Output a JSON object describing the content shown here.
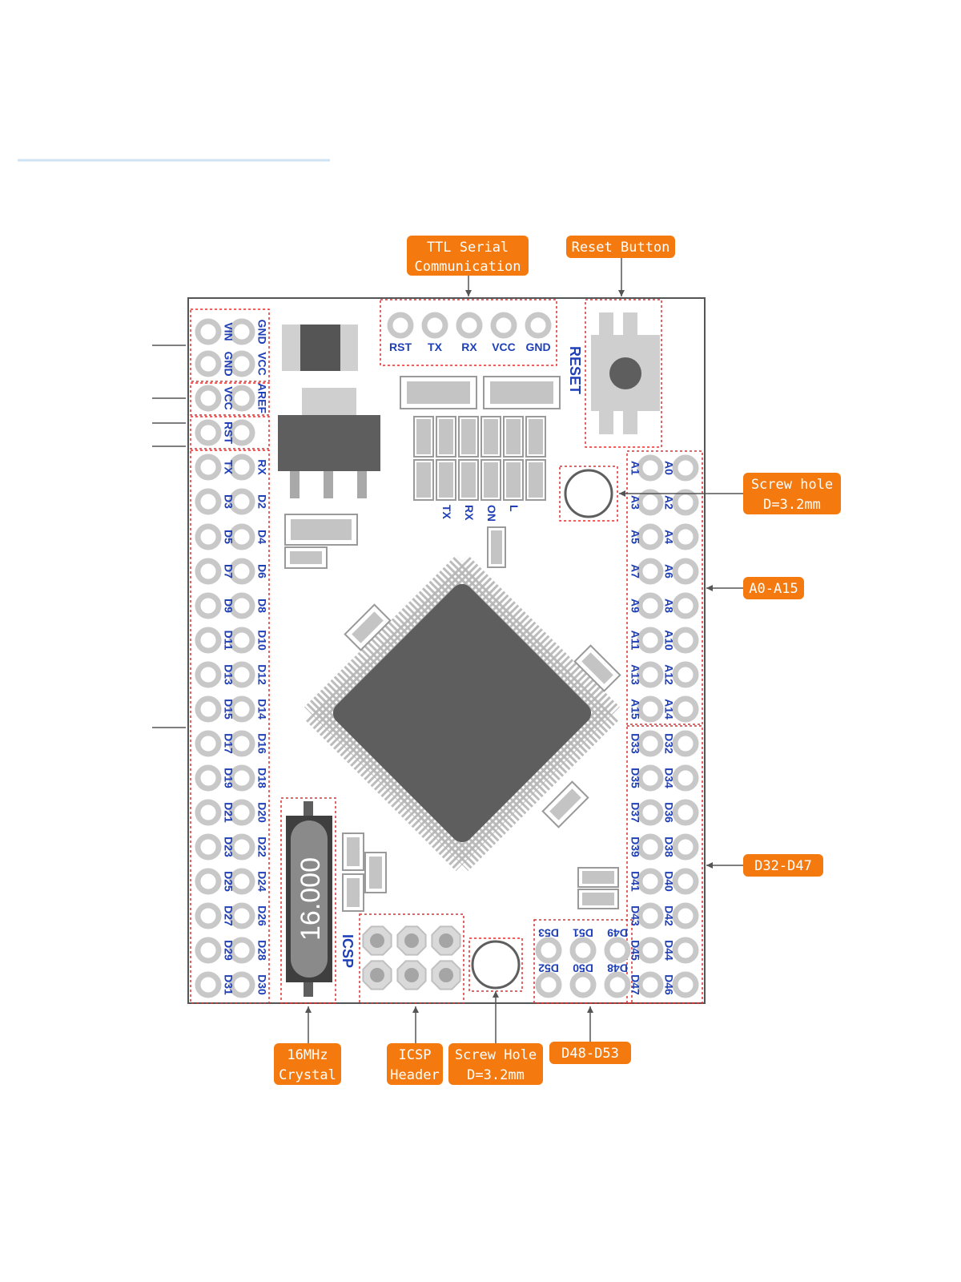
{
  "callouts": {
    "ttl_serial": [
      "TTL Serial",
      "Communication"
    ],
    "reset_button": [
      "Reset Button"
    ],
    "screw_hole_right": [
      "Screw hole",
      "D=3.2mm"
    ],
    "a0_a15": [
      "A0-A15"
    ],
    "d32_d47": [
      "D32-D47"
    ],
    "crystal": [
      "16MHz",
      "Crystal"
    ],
    "icsp_header": [
      "ICSP",
      "Header"
    ],
    "screw_hole_bottom": [
      "Screw Hole",
      "D=3.2mm"
    ],
    "d48_d53": [
      "D48-D53"
    ]
  },
  "serial_pins": [
    "RST",
    "TX",
    "RX",
    "VCC",
    "GND"
  ],
  "reset_label": "RESET",
  "led_labels": [
    "TX",
    "RX",
    "ON",
    "L"
  ],
  "icsp_label": "ICSP",
  "crystal_value": "16.000",
  "left_header": {
    "inner": [
      "VIN",
      "GND",
      "VCC",
      "RST",
      "TX",
      "D3",
      "D5",
      "D7",
      "D9",
      "D11",
      "D13",
      "D15",
      "D17",
      "D19",
      "D21",
      "D23",
      "D25",
      "D27",
      "D29",
      "D31"
    ],
    "outer": [
      "GND",
      "VCC",
      "AREF",
      "",
      "RX",
      "D2",
      "D4",
      "D6",
      "D8",
      "D10",
      "D12",
      "D14",
      "D16",
      "D18",
      "D20",
      "D22",
      "D24",
      "D26",
      "D28",
      "D30"
    ]
  },
  "right_header": {
    "inner": [
      "A1",
      "A3",
      "A5",
      "A7",
      "A9",
      "A11",
      "A13",
      "A15",
      "D33",
      "D35",
      "D37",
      "D39",
      "D41",
      "D43",
      "D45",
      "D47"
    ],
    "outer": [
      "A0",
      "A2",
      "A4",
      "A6",
      "A8",
      "A10",
      "A12",
      "A14",
      "D32",
      "D34",
      "D36",
      "D38",
      "D40",
      "D42",
      "D44",
      "D46"
    ]
  },
  "bottom_header": {
    "top": [
      "D53",
      "D51",
      "D49"
    ],
    "bottom": [
      "D52",
      "D50",
      "D48"
    ]
  },
  "colors": {
    "callout": "#f47a10",
    "label": "#1f3fb8",
    "chip": "#5e5e5e",
    "pad": "#c8c8c8",
    "dotted": "#e03030"
  }
}
